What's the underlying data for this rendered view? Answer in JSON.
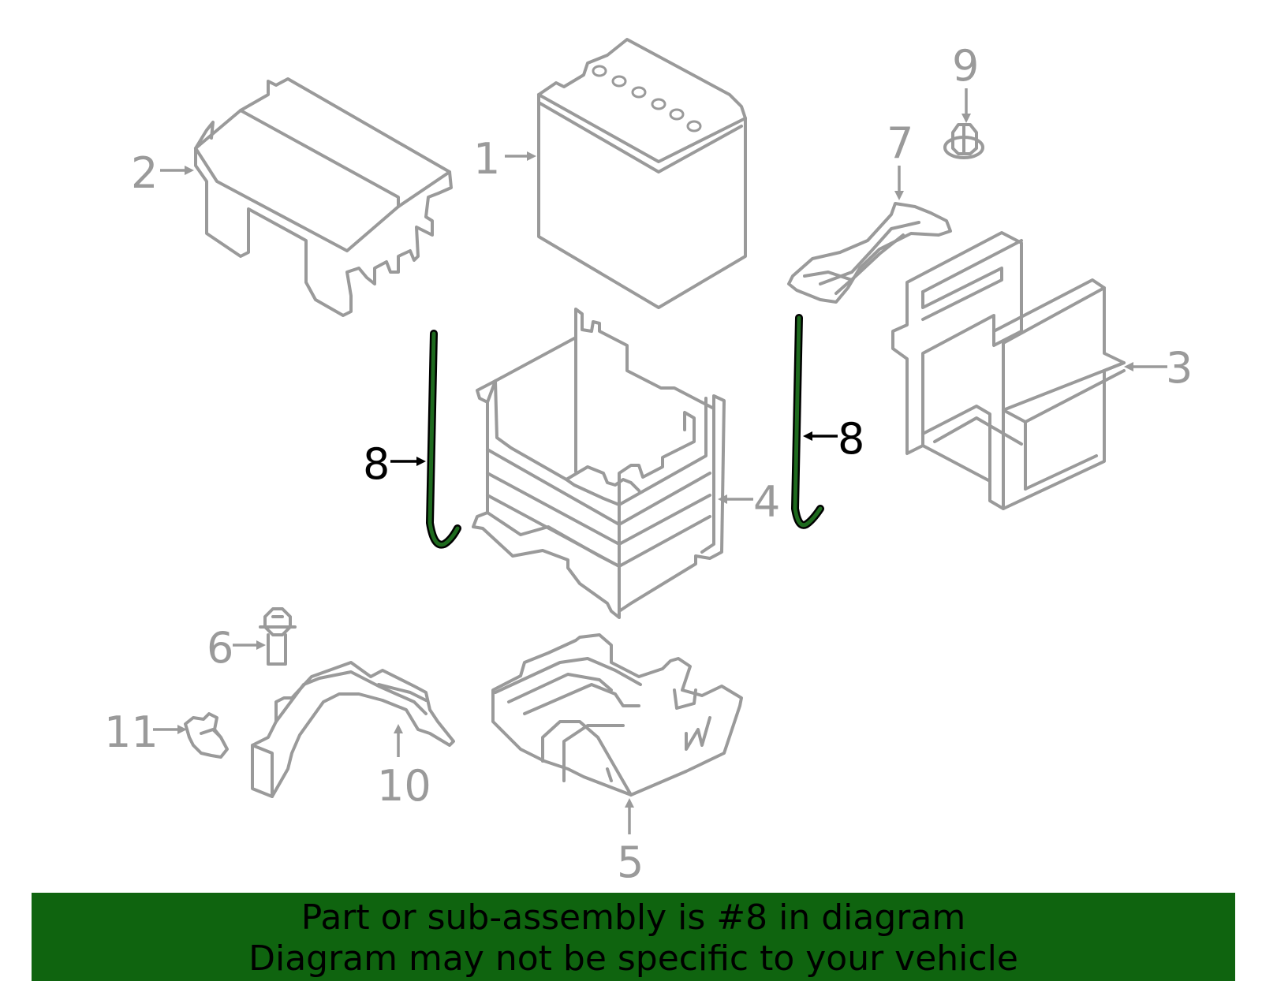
{
  "callouts": {
    "c1": "1",
    "c2": "2",
    "c3": "3",
    "c4": "4",
    "c5": "5",
    "c6": "6",
    "c7": "7",
    "c8a": "8",
    "c8b": "8",
    "c9": "9",
    "c10": "10",
    "c11": "11"
  },
  "highlight_color": "#1e6a1e",
  "banner": {
    "color": "#0f640f",
    "line1": "Part or sub-assembly is #8 in diagram",
    "line2": "Diagram may not be specific to your vehicle"
  }
}
